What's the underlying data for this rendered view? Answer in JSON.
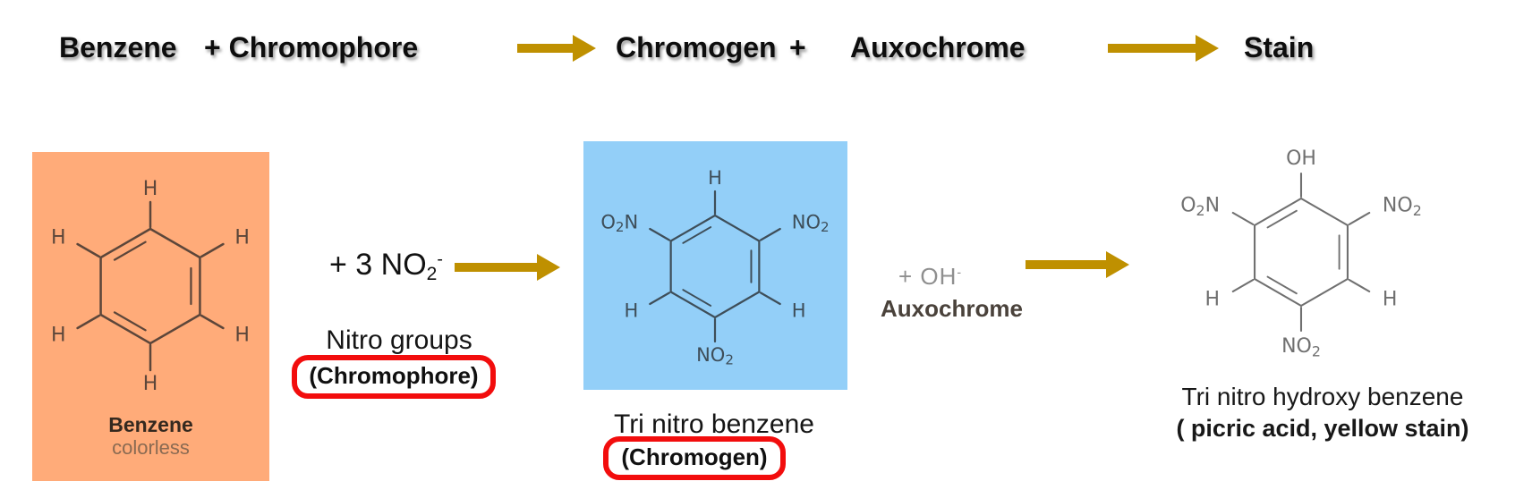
{
  "colors": {
    "arrow": "#BF9000",
    "highlight_red": "#F20D0D",
    "benzene_box_orange": "#FFAB79",
    "chromogen_box_blue": "#93CFF8"
  },
  "icons": {
    "right_arrow": "solid right arrow (shaft + triangle head)"
  },
  "equation": {
    "benzene": "Benzene",
    "plus_chromophore": "+ Chromophore",
    "chromogen": "Chromogen",
    "plus": "+",
    "auxochrome": "Auxochrome",
    "stain": "Stain"
  },
  "benzene_panel": {
    "name": "Benzene",
    "state": "colorless"
  },
  "nitro_step": {
    "reagent_main": "+ 3 NO",
    "reagent_sub": "2",
    "reagent_sup": "-",
    "caption": "Nitro groups",
    "tag": "(Chromophore)"
  },
  "chromogen_panel": {
    "caption": "Tri nitro benzene",
    "tag": "(Chromogen)"
  },
  "auxochrome_step": {
    "reagent_main": "+ OH",
    "reagent_sup": "-",
    "label": "Auxochrome"
  },
  "product_panel": {
    "caption": "Tri nitro hydroxy benzene",
    "tag": "( picric acid, yellow stain)"
  },
  "structures": {
    "benzene": {
      "substituents": [
        "H",
        "H",
        "H",
        "H",
        "H",
        "H"
      ],
      "double_bonds": [
        1,
        3,
        5
      ]
    },
    "trinitrobenzene": {
      "substituents": [
        "H",
        "NO₂",
        "H",
        "NO₂",
        "H",
        "O₂N"
      ],
      "double_bonds": [
        1,
        3,
        5
      ]
    },
    "picric_acid": {
      "substituents": [
        "OH",
        "NO₂",
        "H",
        "NO₂",
        "H",
        "O₂N"
      ],
      "double_bonds": [
        1,
        3,
        5
      ]
    }
  }
}
